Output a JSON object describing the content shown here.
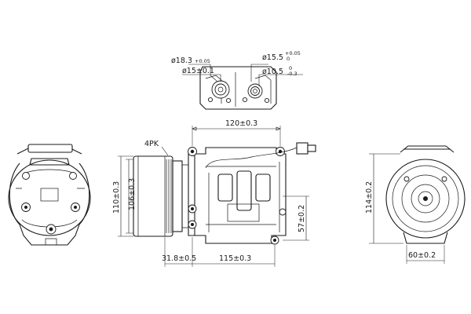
{
  "dims": {
    "port_left_outer": "ø18.3",
    "port_left_outer_tol": "+0.05",
    "port_left_inner": "ø15±0.1",
    "port_right_outer": "ø15.5",
    "port_right_outer_tol_top": "+0.05",
    "port_right_outer_tol_bot": "0",
    "port_right_inner": "ø10.5",
    "port_right_inner_tol_top": "0",
    "port_right_inner_tol_bot": "-0.3",
    "mount_span": "120±0.3",
    "belt": "4PK",
    "pulley_outer": "110±0.3",
    "pulley_inner": "106±0.3",
    "mount_height": "57±0.2",
    "pulley_offset": "31.8±0.5",
    "body_length": "115±0.3",
    "rear_height": "114±0.2",
    "rear_width": "60±0.2"
  }
}
